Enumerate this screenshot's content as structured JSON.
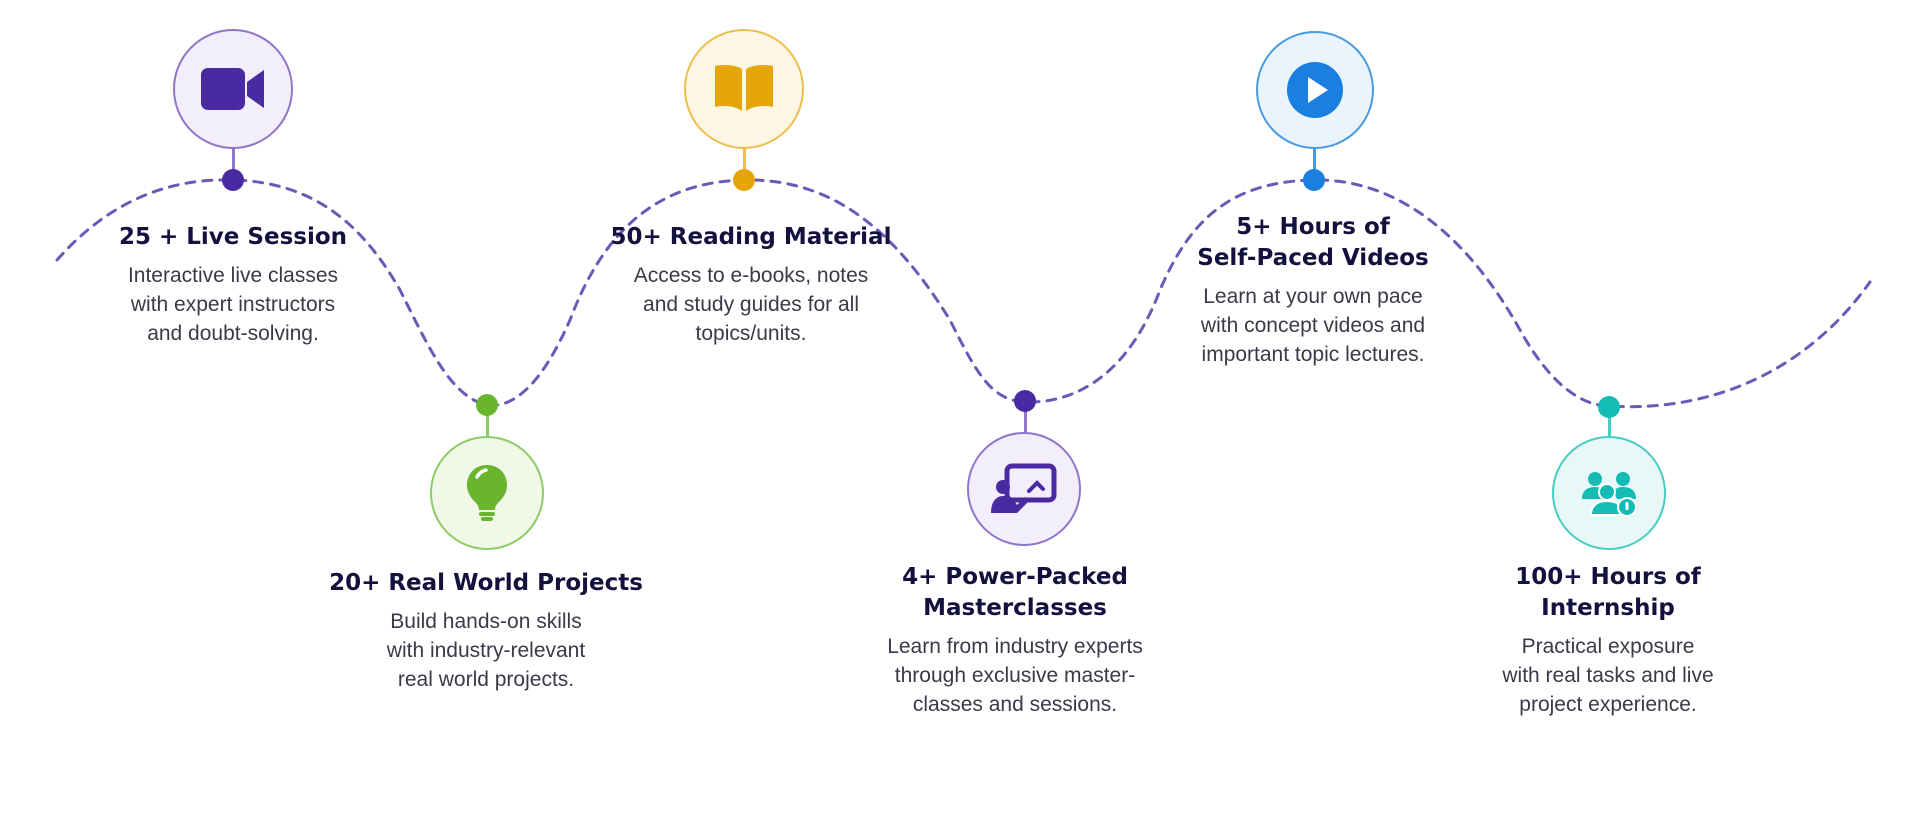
{
  "colors": {
    "wave": "#6a5ab8",
    "purple": "#4a2aa0",
    "purple_light": "#f3eefb",
    "purple_border": "#8e76c8",
    "green": "#6ab52e",
    "green_light": "#f1f8e8",
    "green_border": "#8ccc66",
    "gold": "#e7a50c",
    "gold_light": "#fdf6e2",
    "gold_border": "#edbf4c",
    "blue": "#1a7fde",
    "blue_light": "#eaf4fc",
    "blue_border": "#4a9be0",
    "teal": "#14bcb4",
    "teal_light": "#e8f8f7",
    "teal_border": "#48cdc5",
    "title": "#14113f",
    "text": "#3a3a48"
  },
  "steps": [
    {
      "id": "live-session",
      "icon": "video-camera-icon",
      "title": [
        "25 + Live Session"
      ],
      "description": [
        "Interactive live classes",
        "with expert instructors",
        "and doubt-solving."
      ]
    },
    {
      "id": "real-world-projects",
      "icon": "lightbulb-icon",
      "title": [
        "20+ Real World Projects"
      ],
      "description": [
        "Build hands-on skills",
        "with industry-relevant",
        "real world projects."
      ]
    },
    {
      "id": "reading-material",
      "icon": "open-book-icon",
      "title": [
        "50+ Reading Material"
      ],
      "description": [
        "Access to e-books, notes",
        "and study guides for all",
        "topics/units."
      ]
    },
    {
      "id": "masterclasses",
      "icon": "presenter-screen-icon",
      "title": [
        "4+ Power-Packed",
        "Masterclasses"
      ],
      "description": [
        "Learn from industry experts",
        "through exclusive master-",
        "classes and sessions."
      ]
    },
    {
      "id": "self-paced-videos",
      "icon": "play-button-icon",
      "title": [
        "5+ Hours of",
        "Self-Paced Videos"
      ],
      "description": [
        "Learn at your own pace",
        "with concept videos and",
        "important topic lectures."
      ]
    },
    {
      "id": "internship",
      "icon": "team-people-icon",
      "title": [
        "100+ Hours of",
        "Internship"
      ],
      "description": [
        "Practical exposure",
        "with real tasks and live",
        "project experience."
      ]
    }
  ]
}
